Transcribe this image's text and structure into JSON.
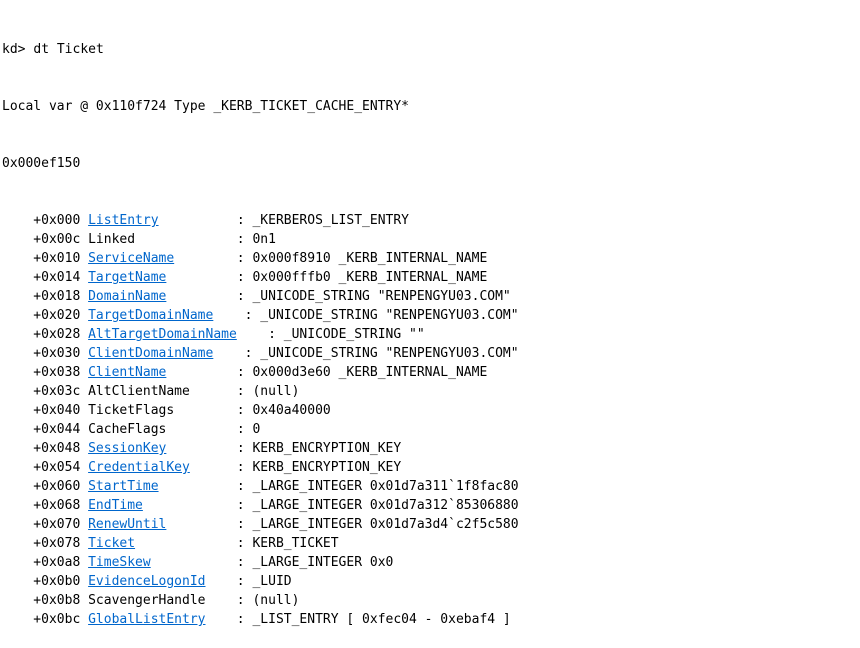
{
  "window": {
    "background": "#ffffff"
  },
  "console": {
    "prompt": "kd>",
    "command": "dt Ticket",
    "header_line": "Local var @ 0x110f724 Type _KERB_TICKET_CACHE_ENTRY*",
    "address_line": "0x000ef150",
    "colors": {
      "text": "#000000",
      "link": "#0066cc",
      "background": "#ffffff"
    },
    "fields": [
      {
        "offset": "+0x000",
        "name": "ListEntry",
        "link": true,
        "value": "_KERBEROS_LIST_ENTRY"
      },
      {
        "offset": "+0x00c",
        "name": "Linked",
        "link": false,
        "value": "0n1"
      },
      {
        "offset": "+0x010",
        "name": "ServiceName",
        "link": true,
        "value": "0x000f8910 _KERB_INTERNAL_NAME"
      },
      {
        "offset": "+0x014",
        "name": "TargetName",
        "link": true,
        "value": "0x000fffb0 _KERB_INTERNAL_NAME"
      },
      {
        "offset": "+0x018",
        "name": "DomainName",
        "link": true,
        "value": "_UNICODE_STRING \"RENPENGYU03.COM\""
      },
      {
        "offset": "+0x020",
        "name": "TargetDomainName",
        "link": true,
        "value": "_UNICODE_STRING \"RENPENGYU03.COM\""
      },
      {
        "offset": "+0x028",
        "name": "AltTargetDomainName",
        "link": true,
        "value": "_UNICODE_STRING \"\""
      },
      {
        "offset": "+0x030",
        "name": "ClientDomainName",
        "link": true,
        "value": "_UNICODE_STRING \"RENPENGYU03.COM\""
      },
      {
        "offset": "+0x038",
        "name": "ClientName",
        "link": true,
        "value": "0x000d3e60 _KERB_INTERNAL_NAME"
      },
      {
        "offset": "+0x03c",
        "name": "AltClientName",
        "link": false,
        "value": "(null)"
      },
      {
        "offset": "+0x040",
        "name": "TicketFlags",
        "link": false,
        "value": "0x40a40000"
      },
      {
        "offset": "+0x044",
        "name": "CacheFlags",
        "link": false,
        "value": "0"
      },
      {
        "offset": "+0x048",
        "name": "SessionKey",
        "link": true,
        "value": "KERB_ENCRYPTION_KEY"
      },
      {
        "offset": "+0x054",
        "name": "CredentialKey",
        "link": true,
        "value": "KERB_ENCRYPTION_KEY"
      },
      {
        "offset": "+0x060",
        "name": "StartTime",
        "link": true,
        "value": "_LARGE_INTEGER 0x01d7a311`1f8fac80"
      },
      {
        "offset": "+0x068",
        "name": "EndTime",
        "link": true,
        "value": "_LARGE_INTEGER 0x01d7a312`85306880"
      },
      {
        "offset": "+0x070",
        "name": "RenewUntil",
        "link": true,
        "value": "_LARGE_INTEGER 0x01d7a3d4`c2f5c580"
      },
      {
        "offset": "+0x078",
        "name": "Ticket",
        "link": true,
        "value": "KERB_TICKET"
      },
      {
        "offset": "+0x0a8",
        "name": "TimeSkew",
        "link": true,
        "value": "_LARGE_INTEGER 0x0"
      },
      {
        "offset": "+0x0b0",
        "name": "EvidenceLogonId",
        "link": true,
        "value": "_LUID"
      },
      {
        "offset": "+0x0b8",
        "name": "ScavengerHandle",
        "link": false,
        "value": "(null)"
      },
      {
        "offset": "+0x0bc",
        "name": "GlobalListEntry",
        "link": true,
        "value": "_LIST_ENTRY [ 0xfec04 - 0xebaf4 ]"
      }
    ]
  }
}
